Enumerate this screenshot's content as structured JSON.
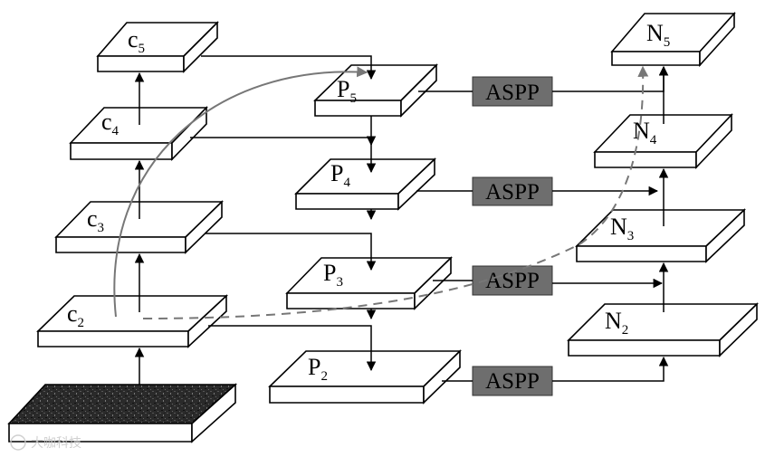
{
  "nodes": {
    "c5": {
      "letter": "c",
      "sub": "5"
    },
    "c4": {
      "letter": "c",
      "sub": "4"
    },
    "c3": {
      "letter": "c",
      "sub": "3"
    },
    "c2": {
      "letter": "c",
      "sub": "2"
    },
    "p5": {
      "letter": "P",
      "sub": "5"
    },
    "p4": {
      "letter": "P",
      "sub": "4"
    },
    "p3": {
      "letter": "P",
      "sub": "3"
    },
    "p2": {
      "letter": "P",
      "sub": "2"
    },
    "n5": {
      "letter": "N",
      "sub": "5"
    },
    "n4": {
      "letter": "N",
      "sub": "4"
    },
    "n3": {
      "letter": "N",
      "sub": "3"
    },
    "n2": {
      "letter": "N",
      "sub": "2"
    }
  },
  "aspp_label": "ASPP",
  "watermark": "大咖科技",
  "colors": {
    "aspp_fill": "#6e6e6e",
    "curve_gray": "#777777",
    "stroke": "#000000",
    "input_texture": "#2a2a2a"
  }
}
